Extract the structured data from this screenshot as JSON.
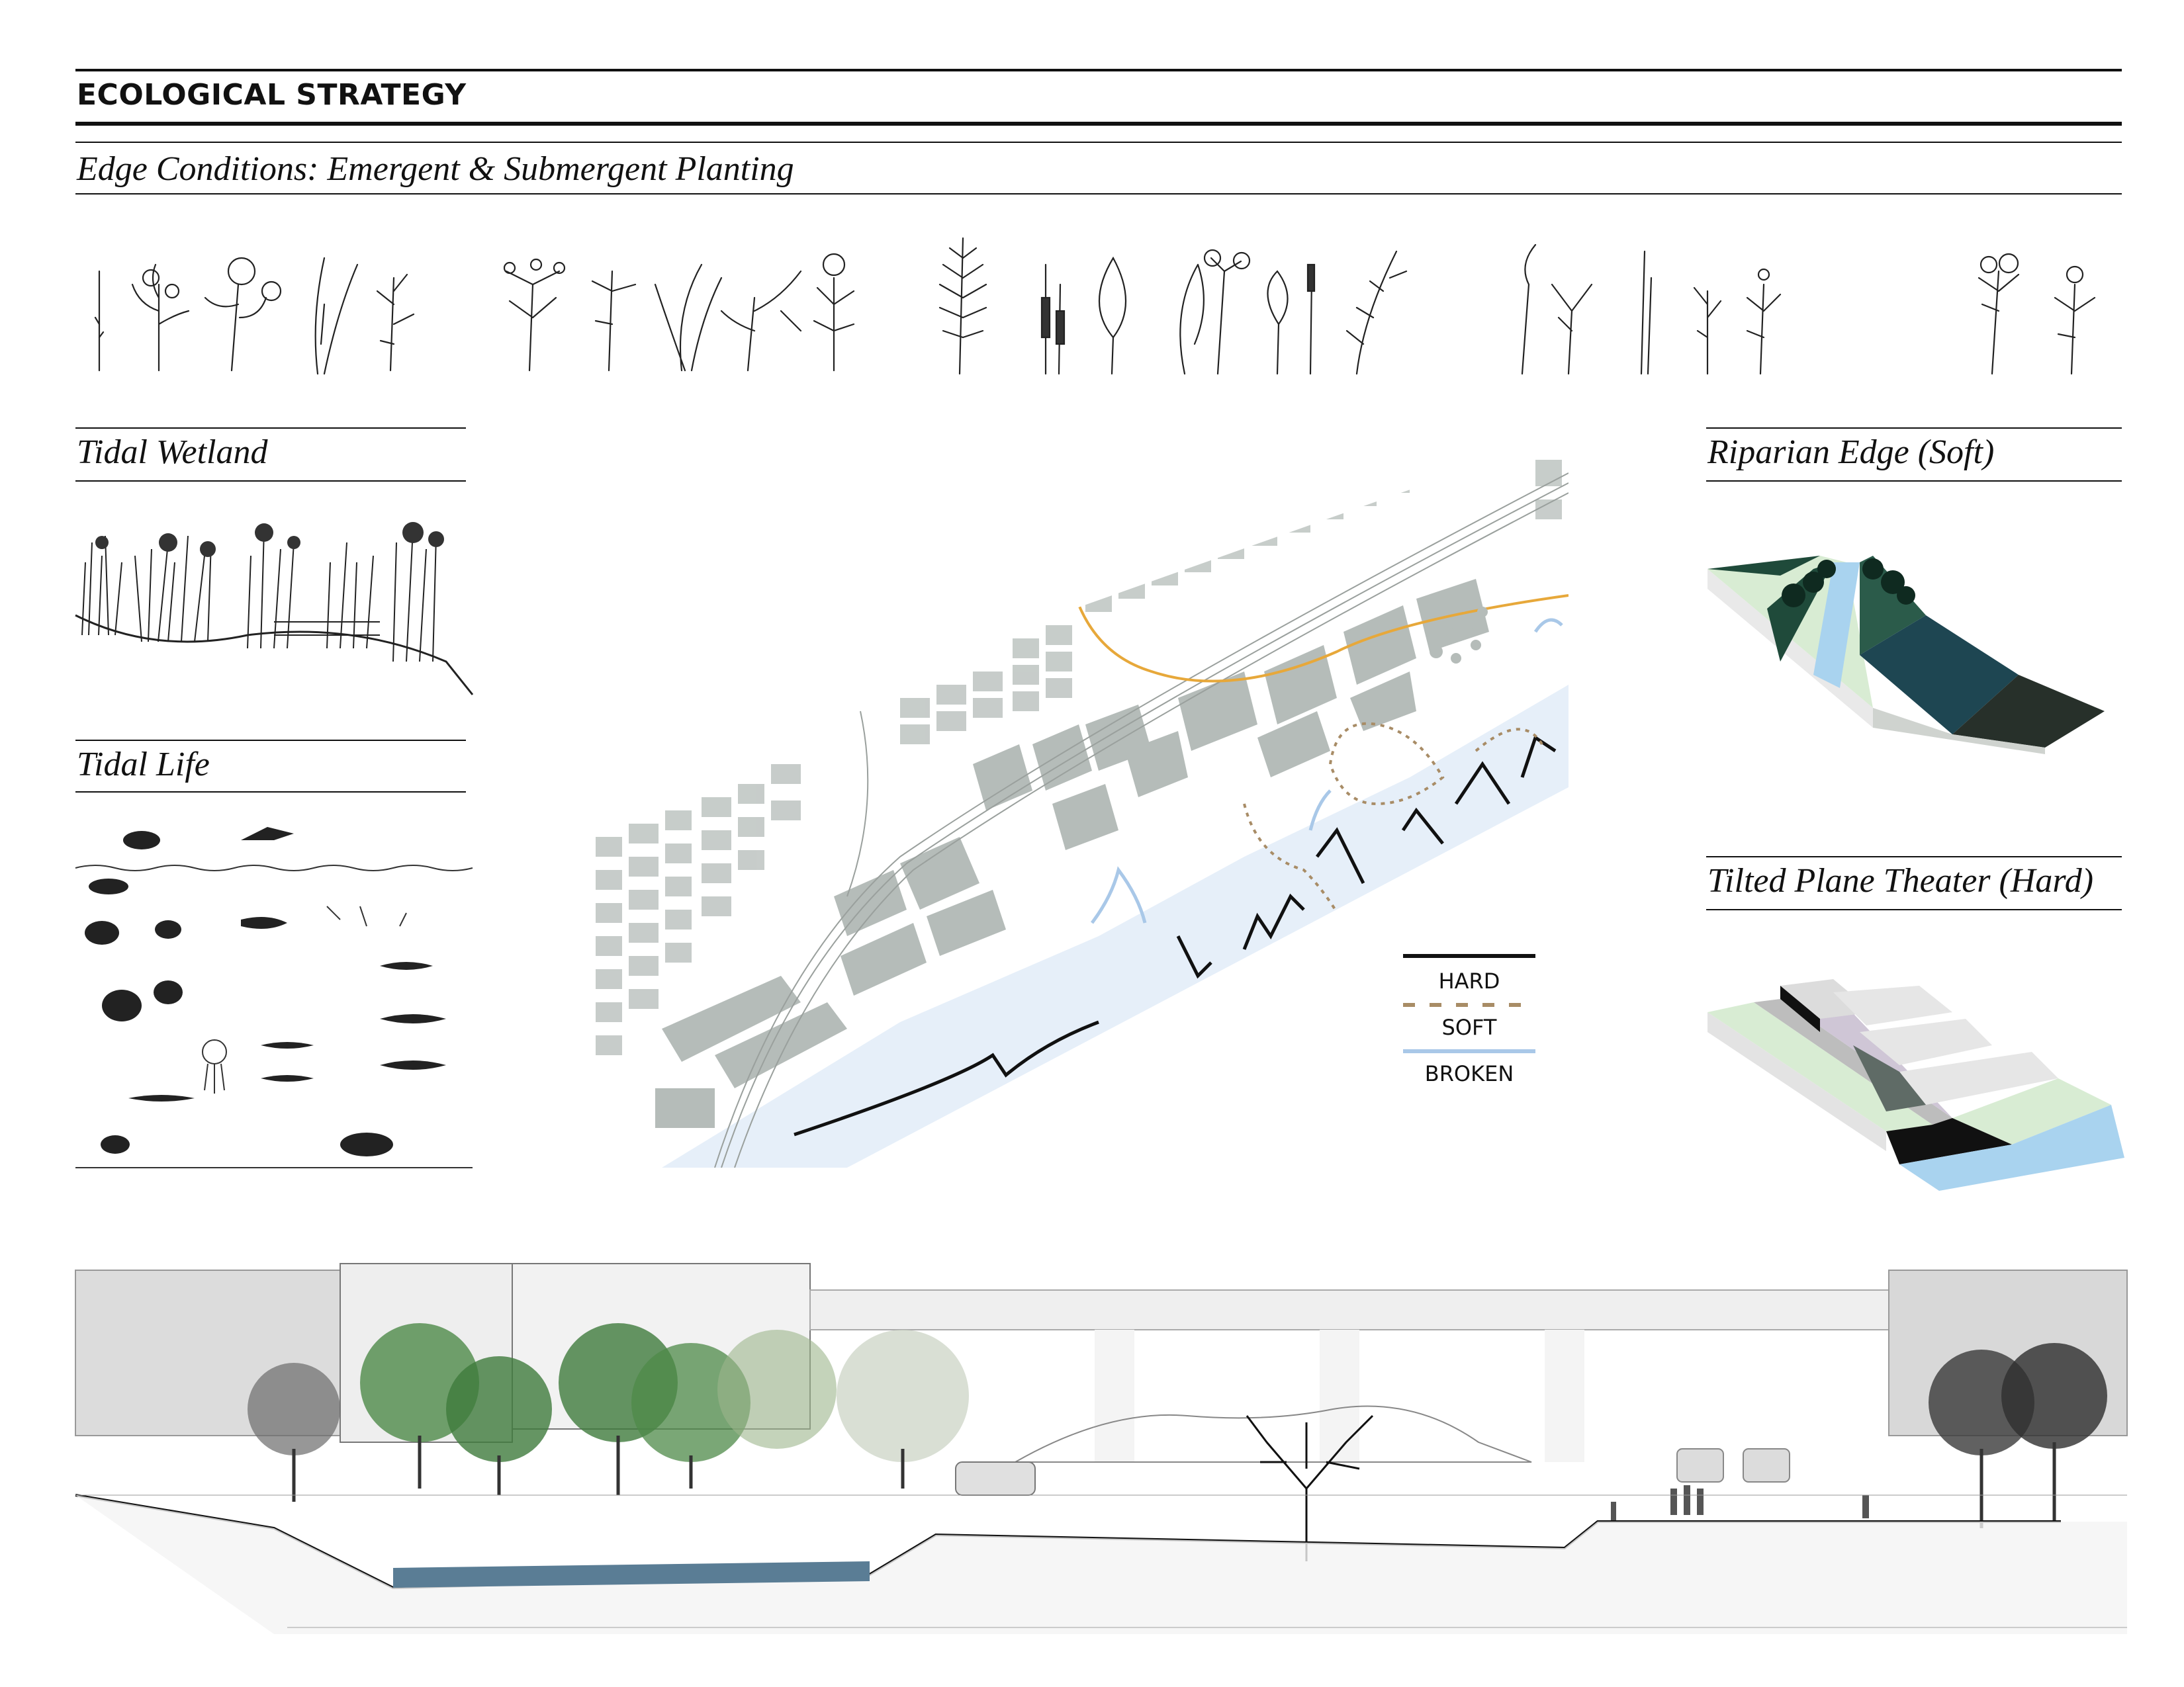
{
  "header": {
    "title": "ECOLOGICAL STRATEGY",
    "subtitle": "Edge Conditions: Emergent & Submergent Planting"
  },
  "panels": {
    "tidal_wetland": "Tidal Wetland",
    "tidal_life": "Tidal Life",
    "riparian_edge": "Riparian Edge (Soft)",
    "tilted_plane": "Tilted Plane Theater (Hard)"
  },
  "legend": {
    "hard": "HARD",
    "soft": "SOFT",
    "broken": "BROKEN",
    "colors": {
      "hard": "#111111",
      "soft": "#a88c66",
      "broken": "#a9c8e8"
    }
  },
  "colors": {
    "water": "#e6eff9",
    "block": "#b5bcb9",
    "orange_path": "#e7a83a",
    "dark_green": "#1f4a3a",
    "teal": "#1e4652",
    "light_green": "#d8ecd3",
    "light_blue": "#a9d3ef"
  }
}
